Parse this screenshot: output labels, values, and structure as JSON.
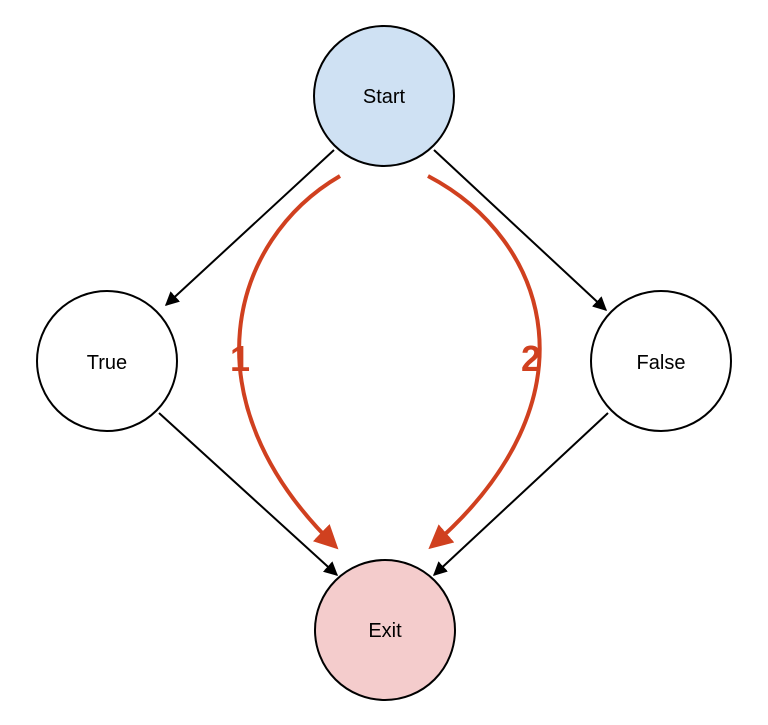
{
  "colors": {
    "start_fill": "#cfe1f3",
    "exit_fill": "#f4cccc",
    "node_fill": "#ffffff",
    "stroke": "#000000",
    "path_color": "#d0401f"
  },
  "nodes": {
    "start": {
      "label": "Start"
    },
    "true": {
      "label": "True"
    },
    "false": {
      "label": "False"
    },
    "exit": {
      "label": "Exit"
    }
  },
  "paths": [
    {
      "label": "1"
    },
    {
      "label": "2"
    }
  ]
}
